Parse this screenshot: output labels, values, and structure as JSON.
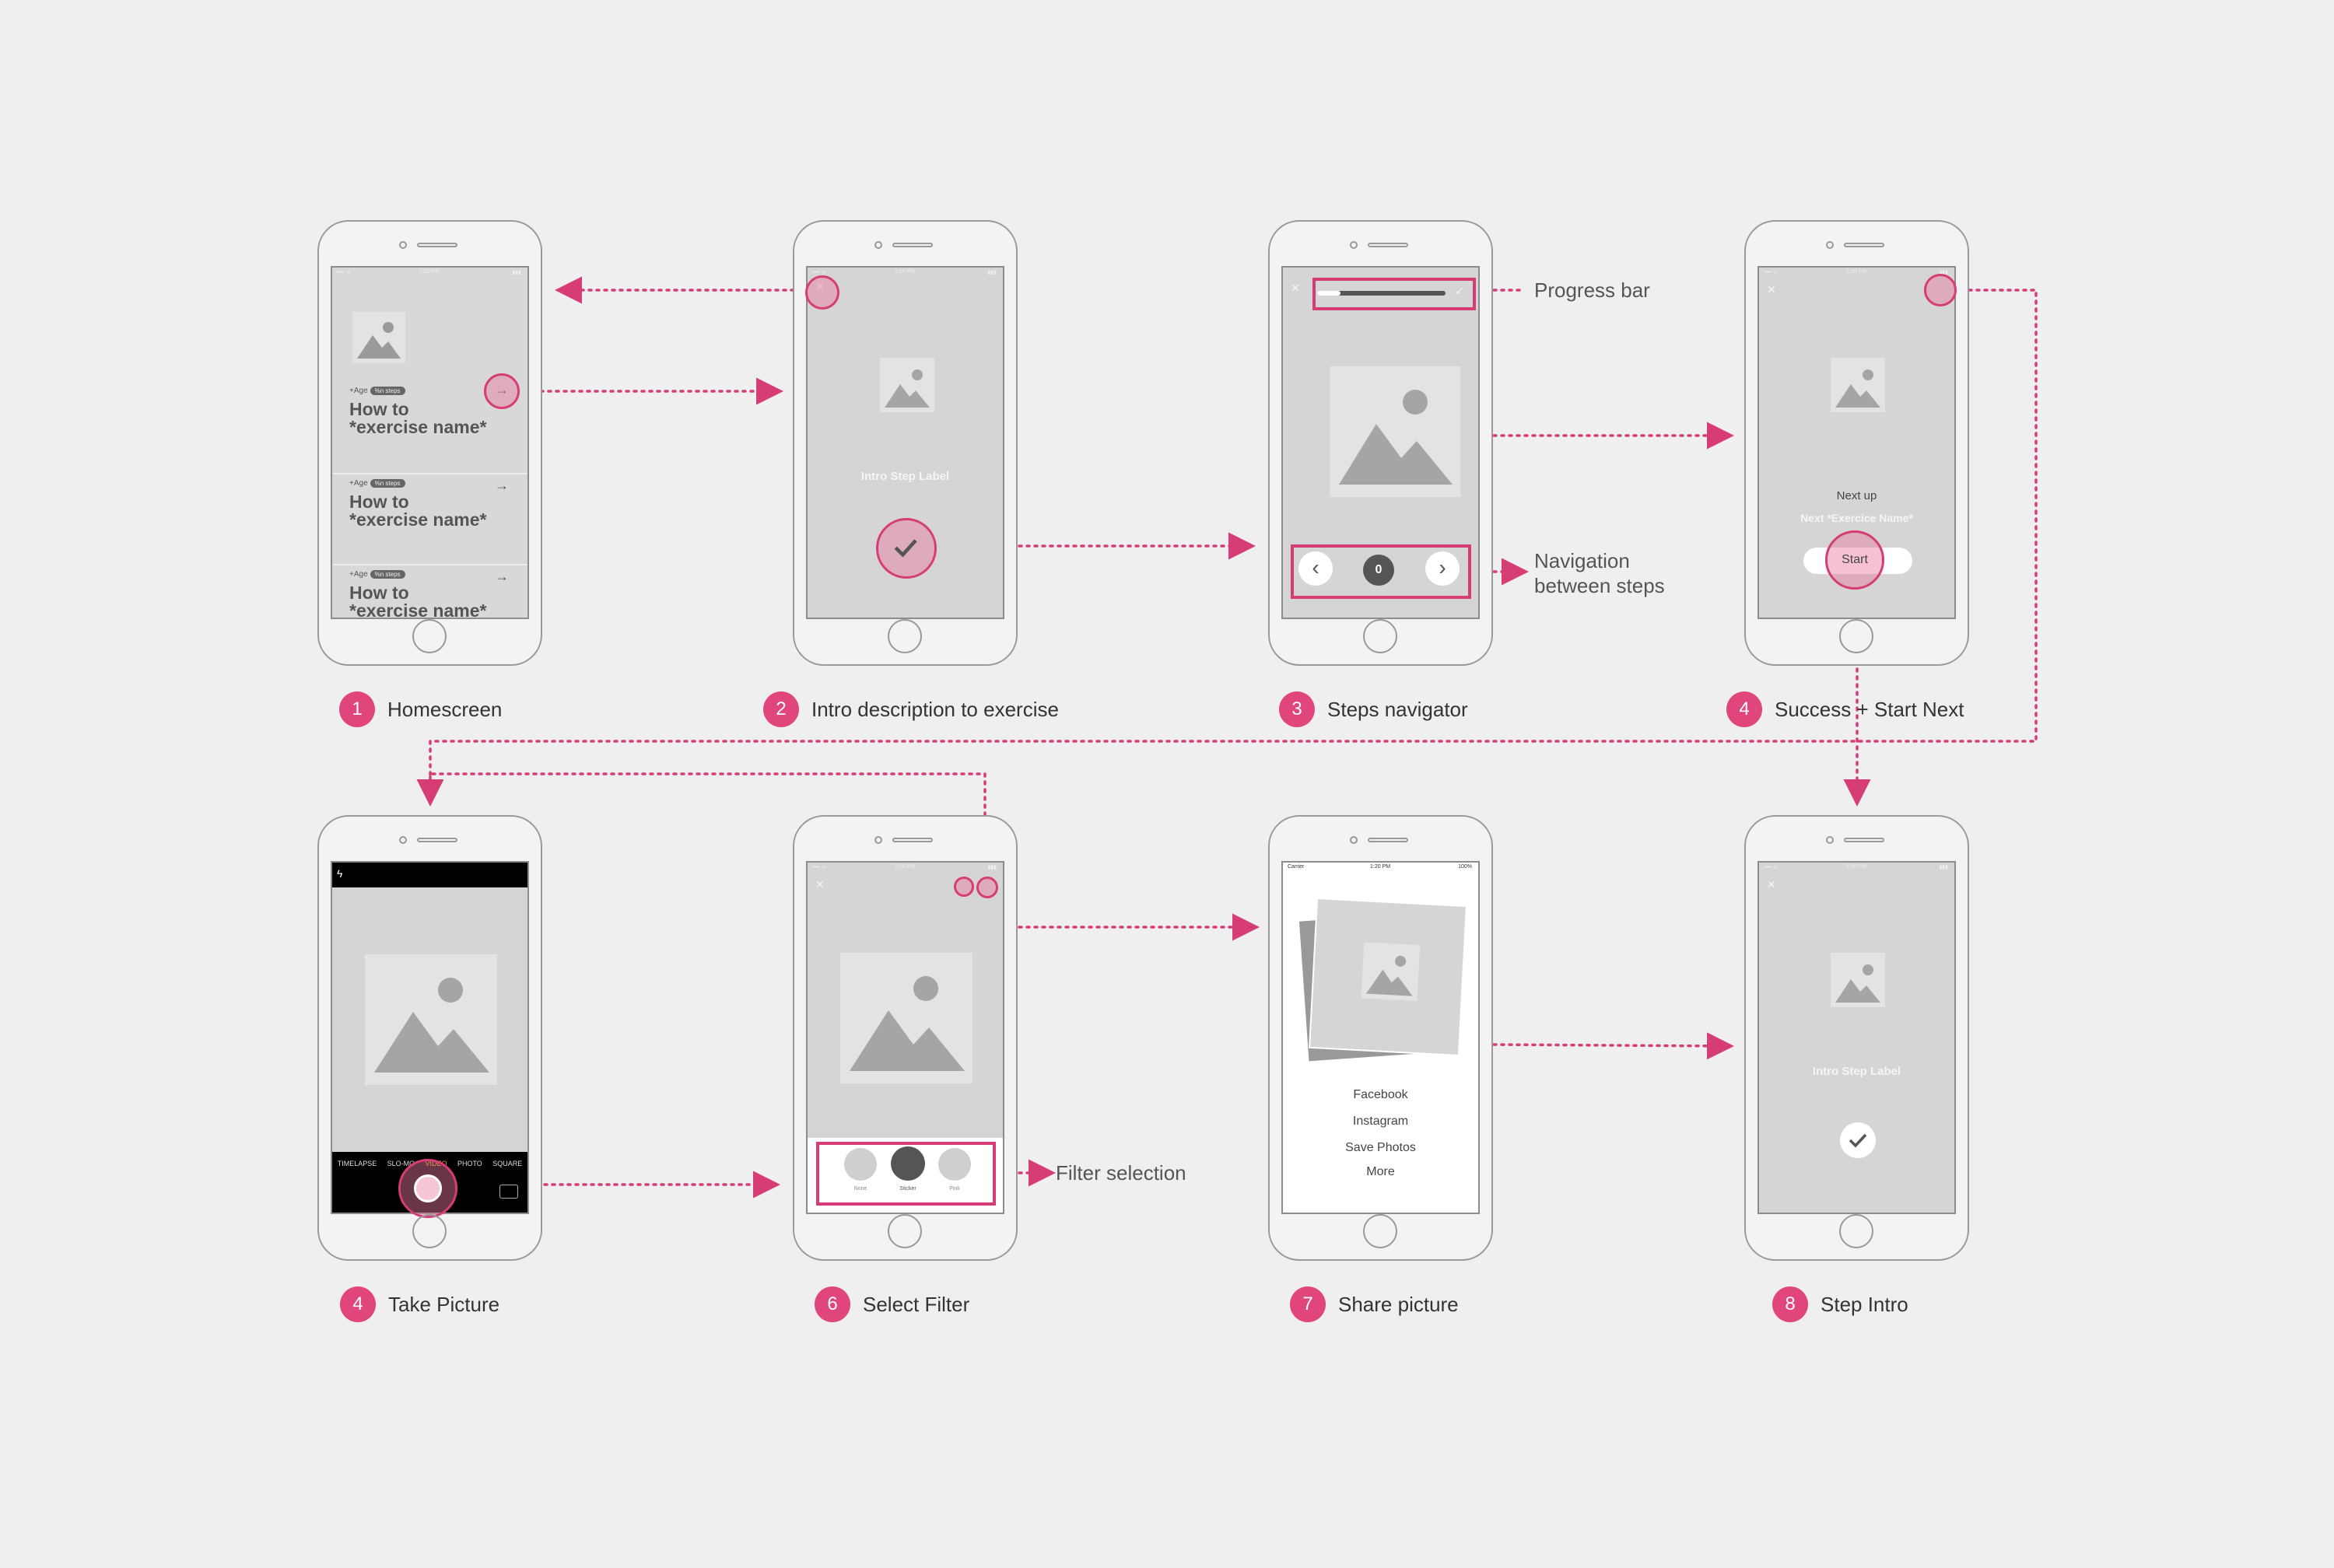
{
  "steps": [
    {
      "num": "1",
      "label": "Homescreen"
    },
    {
      "num": "2",
      "label": "Intro description to exercise"
    },
    {
      "num": "3",
      "label": "Steps navigator"
    },
    {
      "num": "4",
      "label": "Success + Start Next"
    },
    {
      "num": "4",
      "label": "Take Picture"
    },
    {
      "num": "6",
      "label": "Select Filter"
    },
    {
      "num": "7",
      "label": "Share picture"
    },
    {
      "num": "8",
      "label": "Step Intro"
    }
  ],
  "annotations": {
    "progress_bar": "Progress bar",
    "navigation_line1": "Navigation",
    "navigation_line2": "between steps",
    "filter_selection": "Filter selection"
  },
  "homescreen": {
    "items": [
      {
        "age": "+Age",
        "steps": "%n steps",
        "title_line1": "How to",
        "title_line2": "*exercise name*"
      },
      {
        "age": "+Age",
        "steps": "%n steps",
        "title_line1": "How to",
        "title_line2": "*exercise name*"
      },
      {
        "age": "+Age",
        "steps": "%n steps",
        "title_line1": "How to",
        "title_line2": "*exercise name*"
      }
    ]
  },
  "intro": {
    "step_label": "Intro Step Label"
  },
  "navigator": {
    "current_step": "0"
  },
  "success": {
    "next_up": "Next up",
    "next_name": "Next *Exercice Name*",
    "start_label": "Start"
  },
  "camera": {
    "modes": [
      "TIMELAPSE",
      "SLO-MO",
      "VIDEO",
      "PHOTO",
      "SQUARE"
    ]
  },
  "filter": {
    "options": [
      "None",
      "Sticker",
      "Pink"
    ]
  },
  "share": {
    "carrier": "Carrier",
    "time": "1:20 PM",
    "battery": "100%",
    "options": [
      "Facebook",
      "Instagram",
      "Save Photos",
      "More"
    ]
  },
  "step_intro": {
    "step_label": "Intro Step Label"
  },
  "colors": {
    "accent": "#e0457b",
    "background": "#efefef",
    "screen": "#d5d5d5"
  }
}
